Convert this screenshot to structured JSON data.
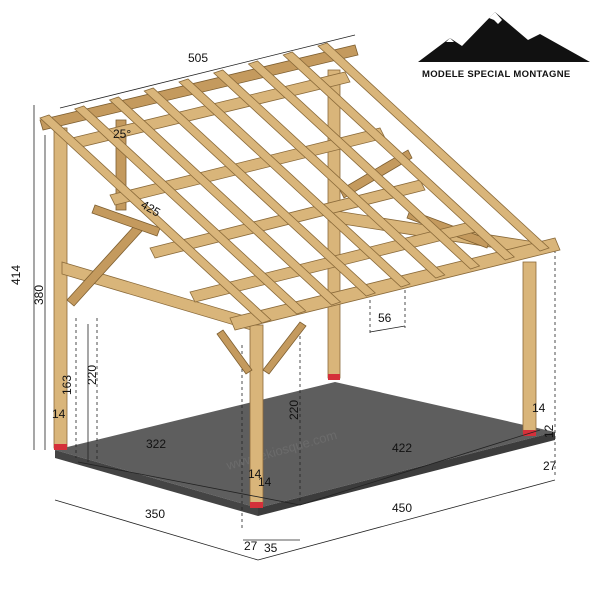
{
  "brand": {
    "label": "MODELE SPECIAL MONTAGNE",
    "logo_icon": "mountain-logo-icon"
  },
  "watermark": "www.lekiosque.com",
  "dimensions": {
    "total_height": "414",
    "post_height_left": "380",
    "brace_height": "163",
    "height_220_left": "220",
    "height_220_front": "220",
    "ridge_length": "505",
    "roof_angle": "25°",
    "rafter_length": "425",
    "rafter_spacing": "56",
    "depth_inner": "322",
    "width_inner": "422",
    "depth_outer": "350",
    "width_outer": "450",
    "post_offset_left": "14",
    "post_offset_front_a": "14",
    "post_offset_front_b": "14",
    "post_offset_right": "14",
    "right_12": "12",
    "right_27": "27",
    "bottom_27": "27",
    "bottom_35": "35"
  },
  "colors": {
    "timber": "#d9b57a",
    "timber_dark": "#c49a5e",
    "slab": "#5a5a5a",
    "anchor": "#d4303a"
  }
}
